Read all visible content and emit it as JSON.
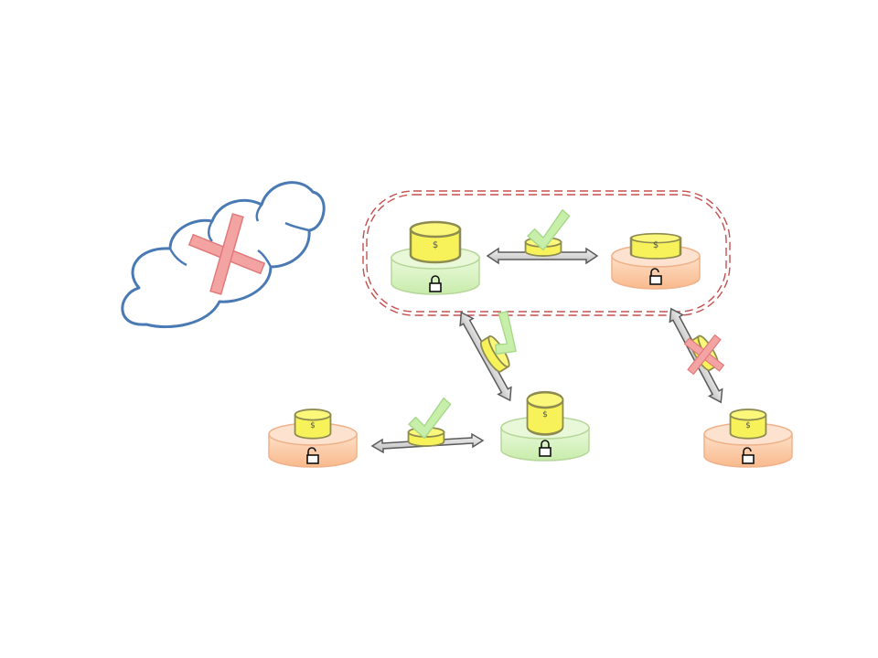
{
  "coin_symbol": "$",
  "icons": {
    "cloud": "cloud-icon",
    "cross": "cross-icon",
    "check": "check-icon",
    "lock_closed": "lock-closed-icon",
    "lock_open": "lock-open-icon",
    "coin": "coin-icon"
  },
  "colors": {
    "cloud_stroke": "#4a7ab3",
    "cross_fill": "#f4a3a3",
    "cross_stroke": "#e07a7a",
    "check_fill": "#c8efaa",
    "check_stroke": "#a6d98a",
    "node_locked_fill": "#d4f2b8",
    "node_unlocked_fill": "#fbc8a3",
    "coin_fill": "#f7f25a",
    "coin_stroke": "#8d8b4f",
    "arrow_fill": "#d4d4d4",
    "arrow_stroke": "#5a5a5a",
    "group_border": "#c45050"
  },
  "nodes": [
    {
      "id": "top-left",
      "state": "locked",
      "lock": "lock-closed-icon"
    },
    {
      "id": "top-right",
      "state": "unlocked",
      "lock": "lock-open-icon"
    },
    {
      "id": "bottom-left",
      "state": "unlocked",
      "lock": "lock-open-icon"
    },
    {
      "id": "bottom-middle",
      "state": "locked",
      "lock": "lock-closed-icon"
    },
    {
      "id": "bottom-right",
      "state": "unlocked",
      "lock": "lock-open-icon"
    }
  ],
  "links": [
    {
      "from": "top-left",
      "to": "top-right",
      "status": "accepted"
    },
    {
      "from": "top-left",
      "to": "bottom-middle",
      "status": "accepted"
    },
    {
      "from": "bottom-left",
      "to": "bottom-middle",
      "status": "accepted"
    },
    {
      "from": "top-right",
      "to": "bottom-right",
      "status": "rejected"
    }
  ]
}
